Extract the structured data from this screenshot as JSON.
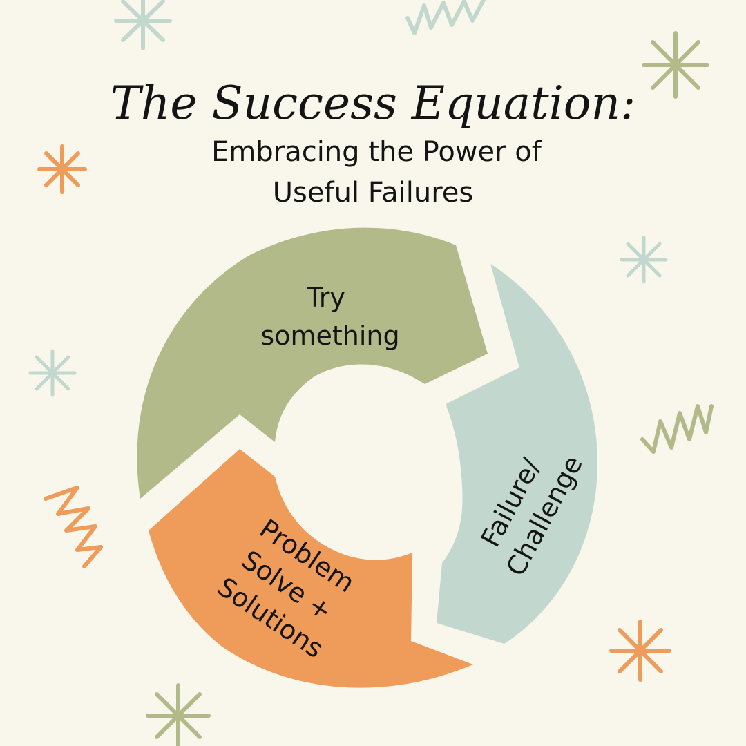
{
  "title": {
    "script": "The Success Equation:",
    "line1": "Embracing the Power of",
    "line2": "Useful Failures"
  },
  "cycle": {
    "steps": [
      {
        "lines": [
          "Try",
          "something"
        ],
        "color": "#b2ba8a"
      },
      {
        "lines": [
          "Failure/",
          "Challenge"
        ],
        "color": "#c2d8cf"
      },
      {
        "lines": [
          "Problem",
          "Solve +",
          "Solutions"
        ],
        "color": "#ef9b5a"
      }
    ]
  },
  "colors": {
    "background": "#f9f6ec",
    "green": "#b2ba8a",
    "teal": "#c2d8cf",
    "orange": "#ef9b5a",
    "text": "#141414"
  }
}
